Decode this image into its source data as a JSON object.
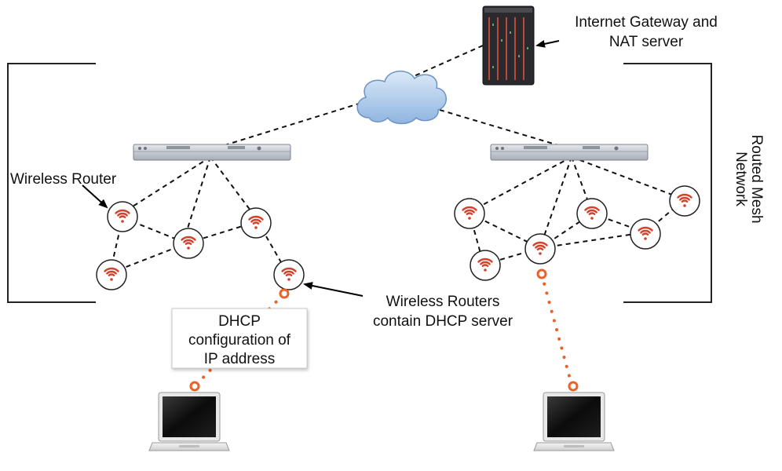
{
  "labels": {
    "gateway": [
      "Internet Gateway and",
      "NAT server"
    ],
    "wireless_router": "Wireless Router",
    "routers_contain_dhcp": [
      "Wireless Routers",
      "contain DHCP server"
    ],
    "dhcp_config": [
      "DHCP",
      "configuration of",
      "IP address"
    ],
    "routed_mesh": [
      "Routed Mesh",
      "Network"
    ]
  },
  "colors": {
    "wifi_red": "#d2422c",
    "dhcp_orange": "#e8622a",
    "cloud_blue": "#a9c9ea",
    "server_dark": "#2a2a2e"
  },
  "icons": {
    "gateway": "server-tower-icon",
    "cloud": "cloud-icon",
    "switch": "rack-switch-icon",
    "router": "wifi-router-icon",
    "laptop": "laptop-icon"
  }
}
